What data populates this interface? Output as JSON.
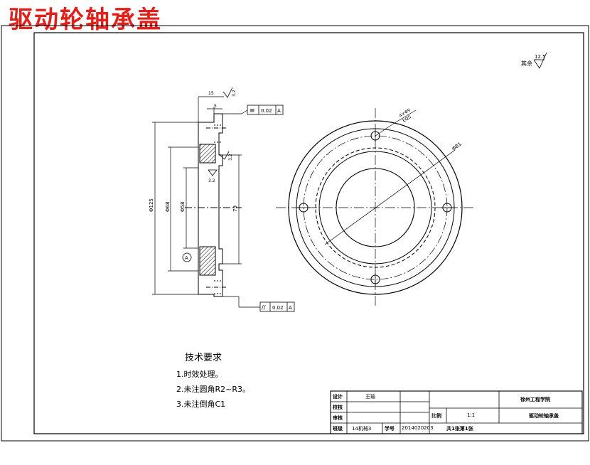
{
  "title": "驱动轮轴承盖",
  "roughness_note": {
    "label": "其余",
    "value": "12.5"
  },
  "dimensions": {
    "d125": "Φ125",
    "d68": "Φ68",
    "d58": "Φ58",
    "d79": "79",
    "d81": "Φ81",
    "holes": "4×Φ9",
    "eqs": "EQS",
    "t15": "15",
    "t5": "5"
  },
  "roughness_marks": [
    "3.2",
    "3.2",
    "3.2"
  ],
  "tolerances": {
    "flatness": {
      "symbol": "≡",
      "value": "0.02",
      "datum": "A"
    },
    "parallel": {
      "symbol": "//",
      "value": "0.02",
      "datum": "A"
    }
  },
  "datum_label": "A",
  "tech_requirements": {
    "heading": "技术要求",
    "items": [
      "1.时效处理。",
      "2.未注圆角R2~R3。",
      "3.未注倒角C1"
    ]
  },
  "title_block": {
    "design_label": "设计",
    "designer": "王瑜",
    "check_label": "校核",
    "review_label": "审核",
    "class_label": "班级",
    "class_value": "14机械3",
    "student_label": "学号",
    "student_value": "2014020203",
    "school": "徐州工程学院",
    "scale_label": "比例",
    "scale_value": "1:1",
    "part_name": "驱动轮轴承盖",
    "sheet": "共1张第1张"
  }
}
